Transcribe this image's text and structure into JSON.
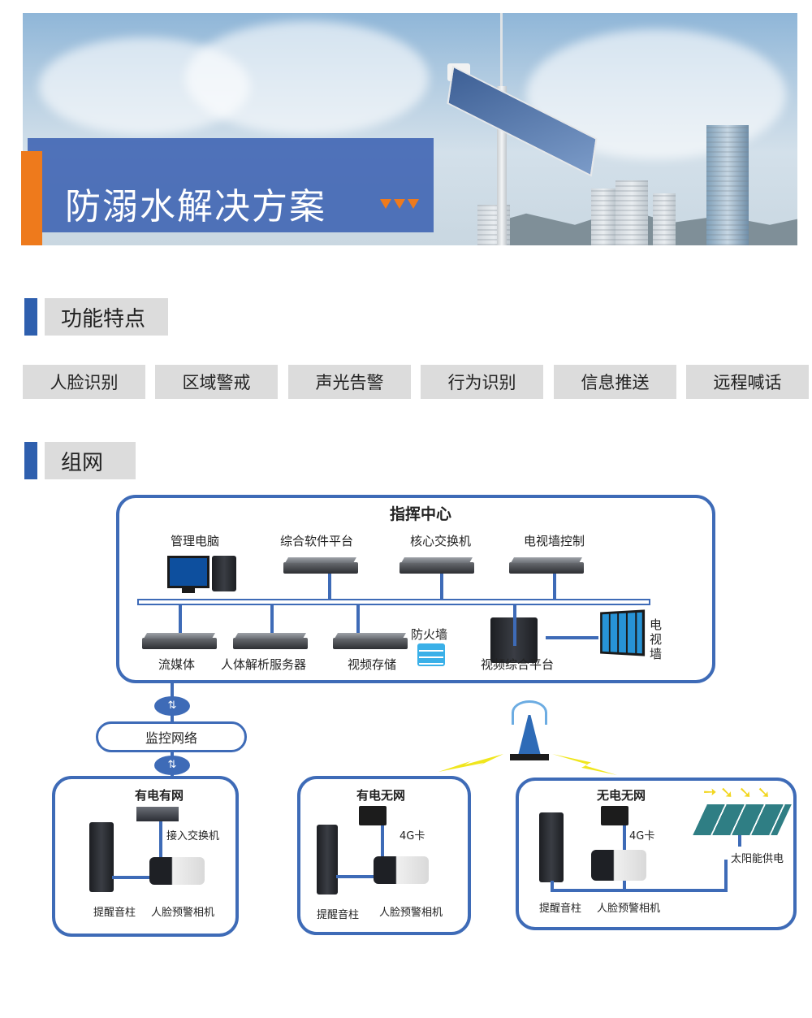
{
  "banner": {
    "title": "防溺水解决方案"
  },
  "sections": {
    "features": {
      "title": "功能特点"
    },
    "network": {
      "title": "组网"
    }
  },
  "features": [
    "人脸识别",
    "区域警戒",
    "声光告警",
    "行为识别",
    "信息推送",
    "远程喊话"
  ],
  "diagram": {
    "command_center": {
      "title": "指挥中心",
      "top_devices": [
        "管理电脑",
        "综合软件平台",
        "核心交换机",
        "电视墙控制"
      ],
      "bottom_devices": [
        "流媒体",
        "人体解析服务器",
        "视频存储",
        "防火墙",
        "视频综合平台"
      ],
      "tv_wall": "电视墙"
    },
    "network_cloud": "监控网络",
    "sites": [
      {
        "title": "有电有网",
        "switch_label": "接入交换机",
        "speaker": "提醒音柱",
        "camera": "人脸预警相机"
      },
      {
        "title": "有电无网",
        "card_label": "4G卡",
        "speaker": "提醒音柱",
        "camera": "人脸预警相机"
      },
      {
        "title": "无电无网",
        "card_label": "4G卡",
        "solar_label": "太阳能供电",
        "speaker": "提醒音柱",
        "camera": "人脸预警相机"
      }
    ]
  },
  "colors": {
    "accent_blue": "#3e6bb7",
    "accent_orange": "#ee7a1c",
    "label_bg": "#dcdcdc"
  }
}
